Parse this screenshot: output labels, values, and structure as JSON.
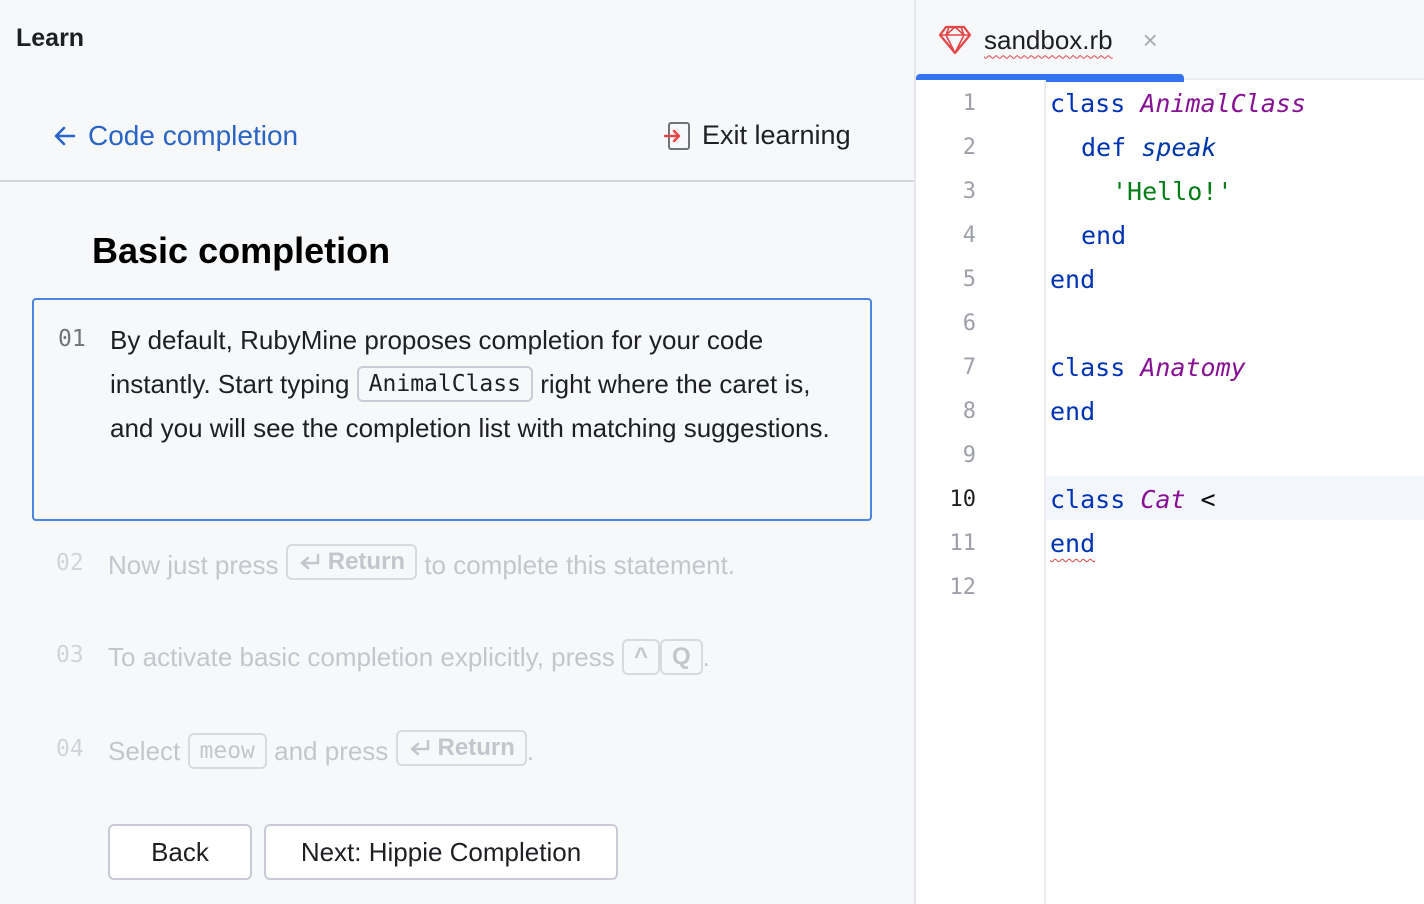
{
  "panel": {
    "title": "Learn"
  },
  "header": {
    "back_label": "Code completion",
    "exit_label": "Exit learning"
  },
  "lesson": {
    "title": "Basic completion",
    "steps": [
      {
        "num": "01",
        "text_a": "By default, RubyMine proposes completion for your code instantly. Start typing",
        "code": "AnimalClass",
        "text_b": "right where the caret is, and you will see the completion list with matching suggestions."
      },
      {
        "num": "02",
        "text_a": "Now just press",
        "key": "Return",
        "text_b": "to complete this statement."
      },
      {
        "num": "03",
        "text_a": "To activate basic completion explicitly, press",
        "key1": "^",
        "key2": "Q",
        "text_b": "."
      },
      {
        "num": "04",
        "text_a": "Select",
        "code": "meow",
        "text_mid": "and press",
        "key": "Return",
        "text_b": "."
      }
    ]
  },
  "buttons": {
    "back": "Back",
    "next": "Next: Hippie Completion"
  },
  "editor": {
    "tab": {
      "filename": "sandbox.rb",
      "close": "×"
    },
    "line_numbers": [
      "1",
      "2",
      "3",
      "4",
      "5",
      "6",
      "7",
      "8",
      "9",
      "10",
      "11",
      "12"
    ],
    "current_line": 10,
    "lines": [
      {
        "kw": "class",
        "name": "AnimalClass"
      },
      {
        "kw": "def",
        "name": "speak"
      },
      {
        "str": "'Hello!'"
      },
      {
        "kw": "end"
      },
      {
        "kw": "end"
      },
      {},
      {
        "kw": "class",
        "name": "Anatomy"
      },
      {
        "kw": "end"
      },
      {},
      {
        "kw": "class",
        "name": "Cat",
        "op": "<"
      },
      {
        "kw": "end"
      },
      {}
    ]
  },
  "colors": {
    "accent": "#3574f0",
    "link": "#2a64c4",
    "keyword": "#0033b3",
    "class_name": "#871094",
    "string": "#067d17",
    "error_underline": "#e34646"
  }
}
